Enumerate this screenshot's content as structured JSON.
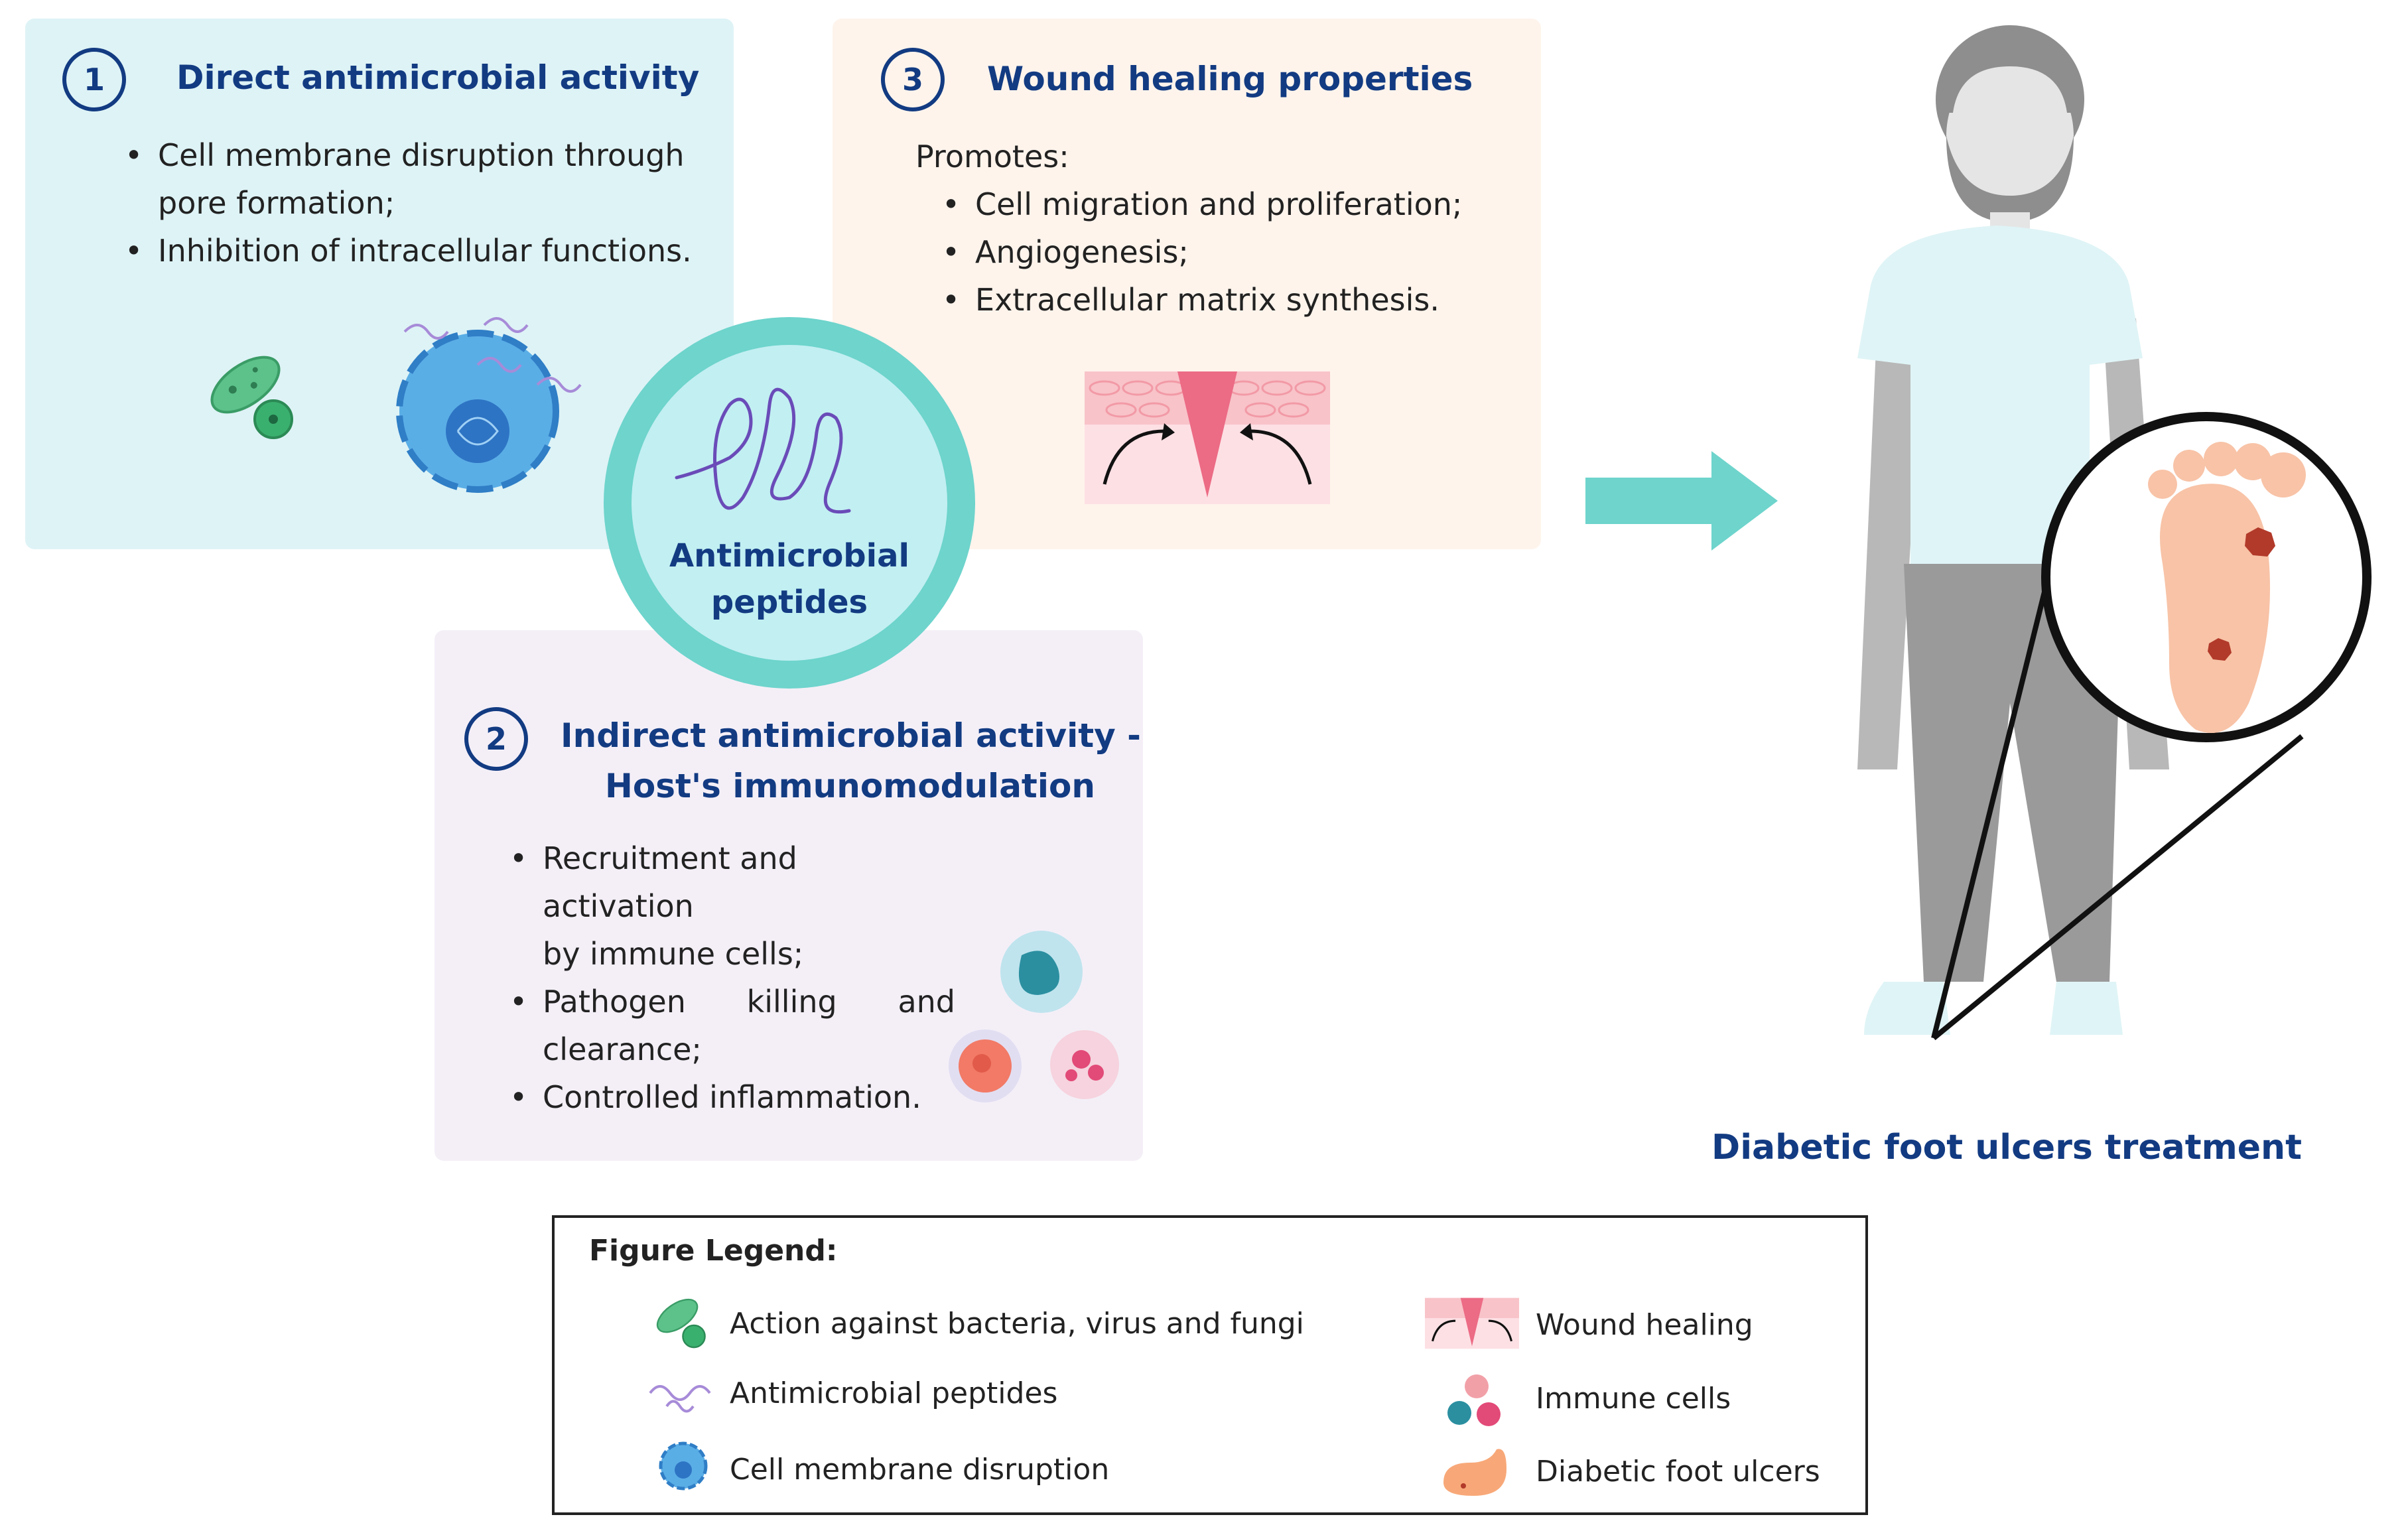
{
  "panels": {
    "p1": {
      "number": "1",
      "title": "Direct antimicrobial activity",
      "bullets": [
        "Cell membrane disruption through",
        "pore formation;",
        "Inhibition of intracellular functions."
      ]
    },
    "p2": {
      "number": "2",
      "title_line1": "Indirect antimicrobial activity -",
      "title_line2": "Host's immunomodulation",
      "bullets": [
        "Recruitment and activation",
        "by immune cells;",
        "Pathogen",
        "killing",
        "and",
        "clearance;",
        "Controlled inflammation."
      ]
    },
    "p3": {
      "number": "3",
      "title": "Wound healing properties",
      "intro": "Promotes:",
      "bullets": [
        "Cell migration and proliferation;",
        "Angiogenesis;",
        "Extracellular matrix synthesis."
      ]
    }
  },
  "center": {
    "line1": "Antimicrobial",
    "line2": "peptides"
  },
  "outcome": {
    "label": "Diabetic foot ulcers treatment"
  },
  "legend": {
    "title": "Figure Legend:",
    "items": [
      {
        "label": "Action against bacteria, virus and fungi",
        "icon": "bacteria-icon"
      },
      {
        "label": "Antimicrobial peptides",
        "icon": "peptide-icon"
      },
      {
        "label": "Cell membrane disruption",
        "icon": "cell-icon"
      },
      {
        "label": "Wound healing",
        "icon": "wound-icon"
      },
      {
        "label": "Immune cells",
        "icon": "immune-cells-icon"
      },
      {
        "label": "Diabetic foot ulcers",
        "icon": "foot-icon"
      }
    ]
  },
  "colors": {
    "navy": "#123b82",
    "teal": "#6ed4cc",
    "panel1_bg": "#def3f6",
    "panel2_bg": "#f4eff7",
    "panel3_bg": "#fef4ec"
  }
}
